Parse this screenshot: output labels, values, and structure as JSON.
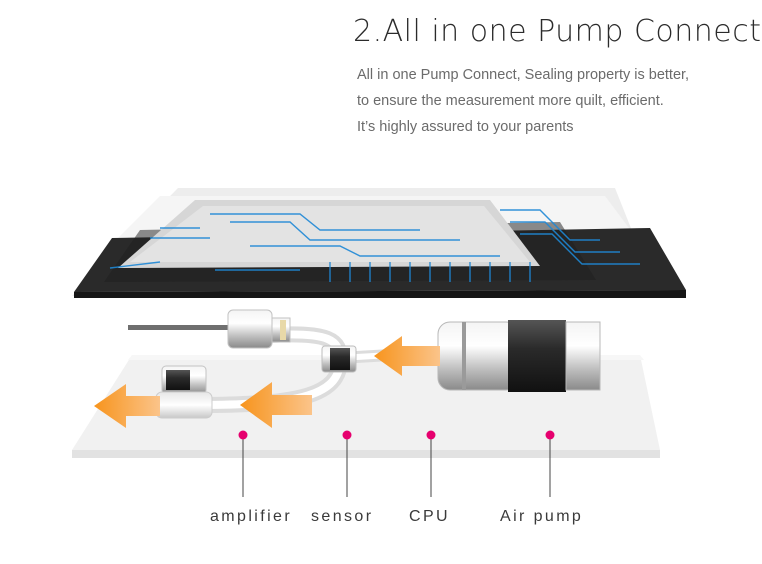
{
  "headline": "2.All in one Pump Connect",
  "description": [
    "All in one Pump Connect, Sealing property is better,",
    "to ensure the measurement more quilt, efficient.",
    "It’s highly assured to your parents"
  ],
  "labels": {
    "amplifier": "amplifier",
    "sensor": "sensor",
    "cpu": "CPU",
    "air_pump": "Air pump"
  },
  "colors": {
    "marker": "#e6006e",
    "arrow": "#f7941d",
    "board": "#2a2a2a",
    "trace": "#1e88d6"
  }
}
